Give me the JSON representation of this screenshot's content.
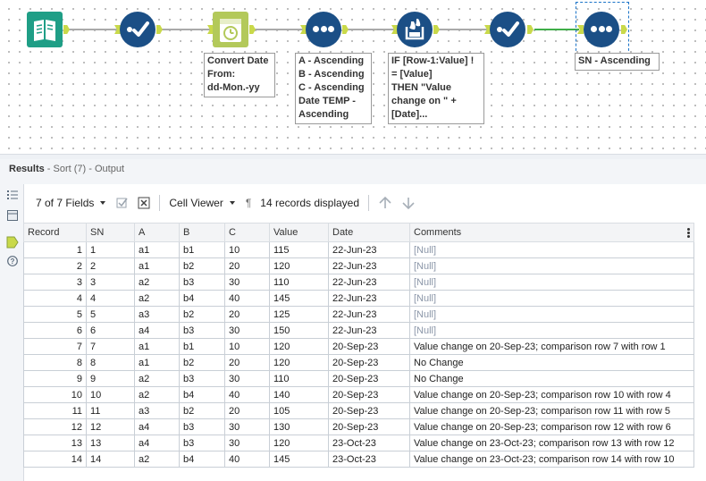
{
  "workflow": {
    "tools": [
      {
        "id": "input",
        "icon": "book-input-icon",
        "color": "#1f9e86"
      },
      {
        "id": "select1",
        "icon": "select-check-icon",
        "color": "#1b4f86"
      },
      {
        "id": "datetime",
        "icon": "datetime-icon",
        "color": "#b3c95a"
      },
      {
        "id": "sort1",
        "icon": "sort-icon",
        "color": "#1b4f86"
      },
      {
        "id": "multirow",
        "icon": "multirow-formula-icon",
        "color": "#1b4f86"
      },
      {
        "id": "select2",
        "icon": "select-check-icon",
        "color": "#1b4f86"
      },
      {
        "id": "sort2",
        "icon": "sort-icon",
        "color": "#1b4f86"
      }
    ],
    "annotations": {
      "datetime": "Convert Date\nFrom:\ndd-Mon.-yy",
      "sort1": "A - Ascending\nB - Ascending\nC - Ascending\nDate TEMP -\nAscending",
      "multirow": "IF [Row-1:Value] !\n= [Value]\nTHEN \"Value\nchange on \" +\n[Date]...",
      "sort2": "SN - Ascending"
    }
  },
  "results": {
    "title": "Results",
    "subtitle": " - Sort (7) - Output"
  },
  "toolbar": {
    "fields_label": "7 of 7 Fields",
    "viewer_label": "Cell Viewer",
    "pilcrow": "¶",
    "records_label": "14 records displayed"
  },
  "grid": {
    "columns": [
      "Record",
      "SN",
      "A",
      "B",
      "C",
      "Value",
      "Date",
      "Comments"
    ],
    "rows": [
      [
        "1",
        "1",
        "a1",
        "b1",
        "10",
        "115",
        "22-Jun-23",
        "[Null]"
      ],
      [
        "2",
        "2",
        "a1",
        "b2",
        "20",
        "120",
        "22-Jun-23",
        "[Null]"
      ],
      [
        "3",
        "3",
        "a2",
        "b3",
        "30",
        "110",
        "22-Jun-23",
        "[Null]"
      ],
      [
        "4",
        "4",
        "a2",
        "b4",
        "40",
        "145",
        "22-Jun-23",
        "[Null]"
      ],
      [
        "5",
        "5",
        "a3",
        "b2",
        "20",
        "125",
        "22-Jun-23",
        "[Null]"
      ],
      [
        "6",
        "6",
        "a4",
        "b3",
        "30",
        "150",
        "22-Jun-23",
        "[Null]"
      ],
      [
        "7",
        "7",
        "a1",
        "b1",
        "10",
        "120",
        "20-Sep-23",
        "Value change on 20-Sep-23; comparison row 7 with row 1"
      ],
      [
        "8",
        "8",
        "a1",
        "b2",
        "20",
        "120",
        "20-Sep-23",
        "No Change"
      ],
      [
        "9",
        "9",
        "a2",
        "b3",
        "30",
        "110",
        "20-Sep-23",
        "No Change"
      ],
      [
        "10",
        "10",
        "a2",
        "b4",
        "40",
        "140",
        "20-Sep-23",
        "Value change on 20-Sep-23; comparison row 10 with row 4"
      ],
      [
        "11",
        "11",
        "a3",
        "b2",
        "20",
        "105",
        "20-Sep-23",
        "Value change on 20-Sep-23; comparison row 11 with row 5"
      ],
      [
        "12",
        "12",
        "a4",
        "b3",
        "30",
        "130",
        "20-Sep-23",
        "Value change on 20-Sep-23; comparison row 12 with row 6"
      ],
      [
        "13",
        "13",
        "a4",
        "b3",
        "30",
        "120",
        "23-Oct-23",
        "Value change on 23-Oct-23; comparison row 13 with row 12"
      ],
      [
        "14",
        "14",
        "a2",
        "b4",
        "40",
        "145",
        "23-Oct-23",
        "Value change on 23-Oct-23; comparison row 14 with row 10"
      ]
    ]
  }
}
